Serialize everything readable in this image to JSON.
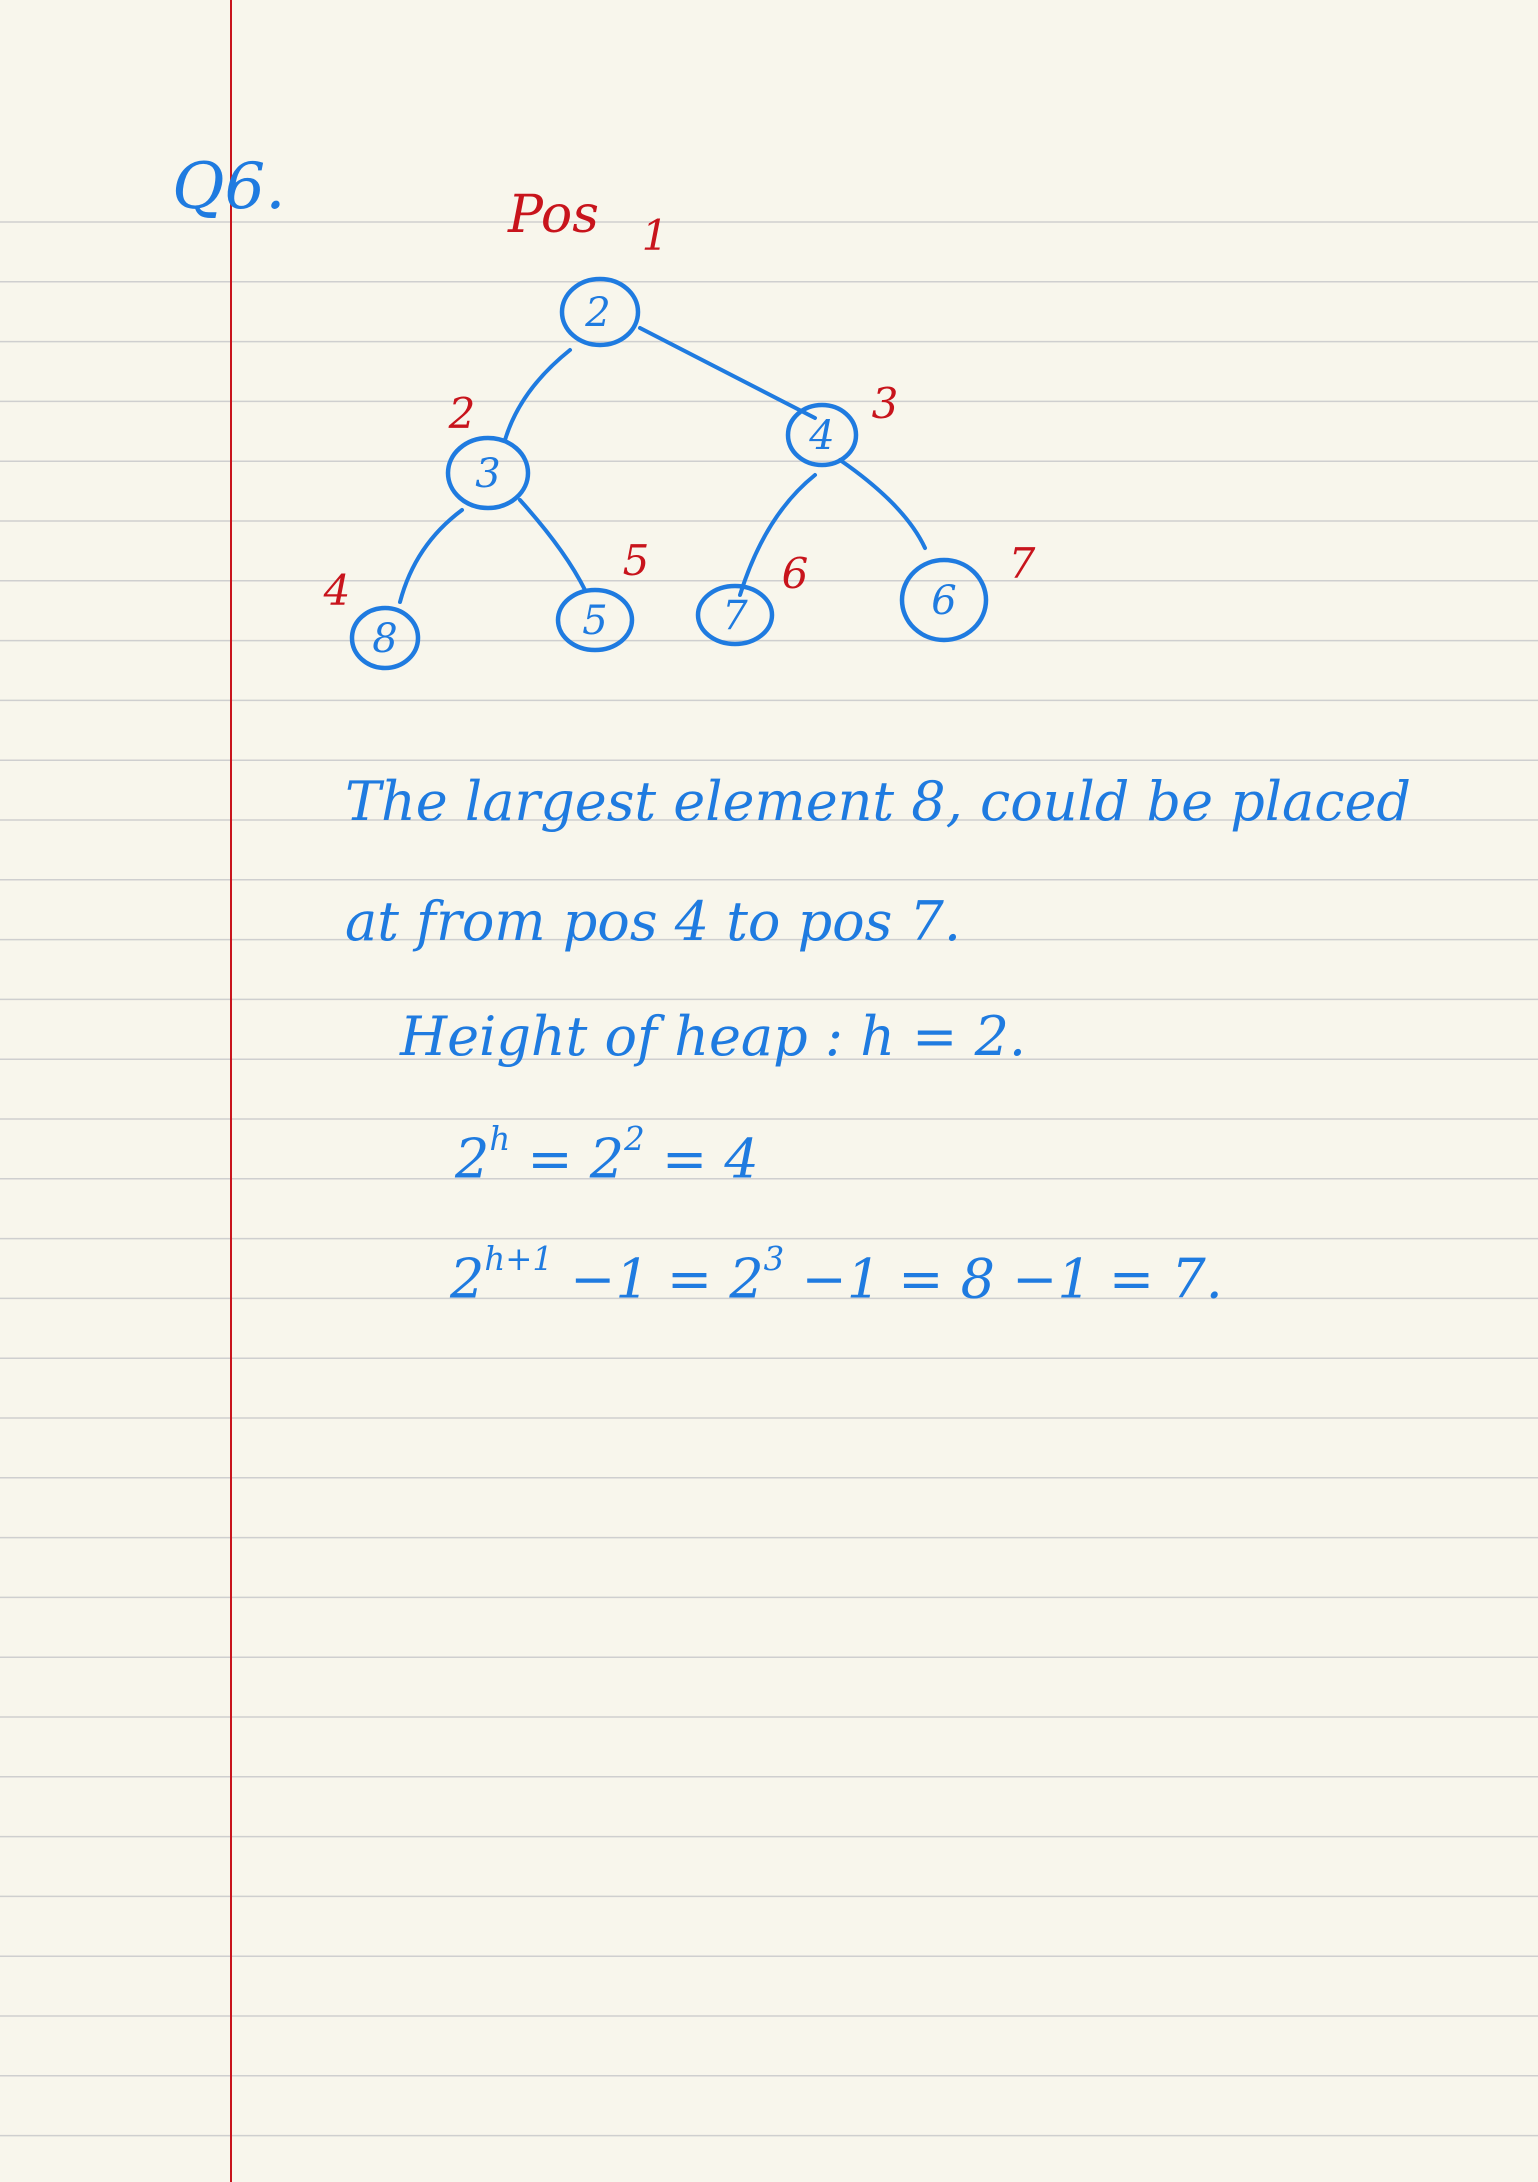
{
  "question_label": "Q6.",
  "tree": {
    "title": "Pos",
    "nodes": [
      {
        "value": "2",
        "pos": "1"
      },
      {
        "value": "3",
        "pos": "2"
      },
      {
        "value": "4",
        "pos": "3"
      },
      {
        "value": "8",
        "pos": "4"
      },
      {
        "value": "5",
        "pos": "5"
      },
      {
        "value": "7",
        "pos": "6"
      },
      {
        "value": "6",
        "pos": "7"
      }
    ]
  },
  "notes": {
    "line1": "The largest element 8, could be placed",
    "line2": "at from pos 4 to pos 7.",
    "line3": "Height of heap : h = 2.",
    "line4": {
      "base": "2",
      "exp": "h",
      "mid": " = 2",
      "mid_exp": "2",
      "tail": " = 4"
    },
    "line5": {
      "base": "2",
      "exp": "h+1",
      "mid": " −1 = 2",
      "mid_exp": "3",
      "tail": " −1 = 8 −1 = 7."
    }
  },
  "colors": {
    "paper": "#f8f6ec",
    "rule": "#cfcfcf",
    "margin": "#c8141c",
    "blue_ink": "#1f7be0",
    "red_ink": "#c8141c"
  }
}
